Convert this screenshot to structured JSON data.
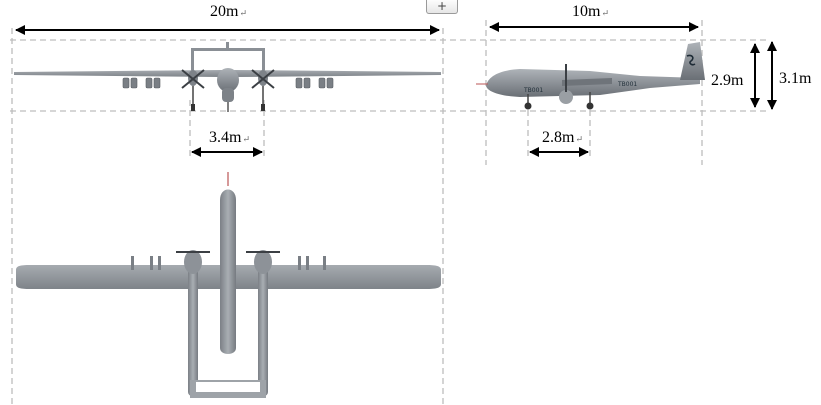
{
  "toolbar": {
    "add_button_label": "+"
  },
  "dimensions": {
    "front_wingspan": "20m",
    "side_length": "10m",
    "front_boom_spacing": "3.4m",
    "side_gear_track": "2.8m",
    "side_height_body": "2.9m",
    "side_height_total": "3.1m"
  },
  "edit_mark": "↵",
  "aircraft": {
    "registration": "TB001"
  },
  "colors": {
    "airframe": "#8a8f95",
    "airframe_dark": "#5d6268",
    "dashed_guide": "#bdbdbd",
    "arrow": "#000000"
  },
  "icons": {
    "add": "plus-icon",
    "tail_logo": "logo-icon"
  }
}
